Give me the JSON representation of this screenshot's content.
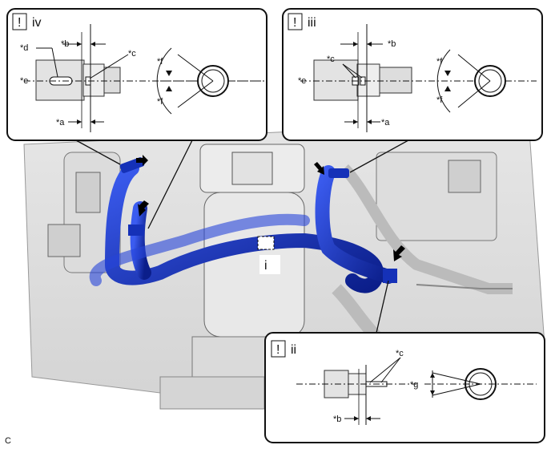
{
  "figure_code": "C",
  "callouts": {
    "iv": {
      "index": "!",
      "roman": "iv",
      "a": "*a",
      "b": "*b",
      "c": "*c",
      "d": "*d",
      "e": "*e",
      "f1": "*f",
      "f2": "*f"
    },
    "iii": {
      "index": "!",
      "roman": "iii",
      "a": "*a",
      "b": "*b",
      "c": "*c",
      "e": "*e",
      "f1": "*f",
      "f2": "*f"
    },
    "ii": {
      "index": "!",
      "roman": "ii",
      "b": "*b",
      "c": "*c",
      "g": "*g"
    }
  },
  "main_marker": "i",
  "colors": {
    "hose": "#1f3fd1",
    "hose_dark": "#0d2394",
    "engine": "#e9e9e9",
    "outline": "#222222"
  }
}
